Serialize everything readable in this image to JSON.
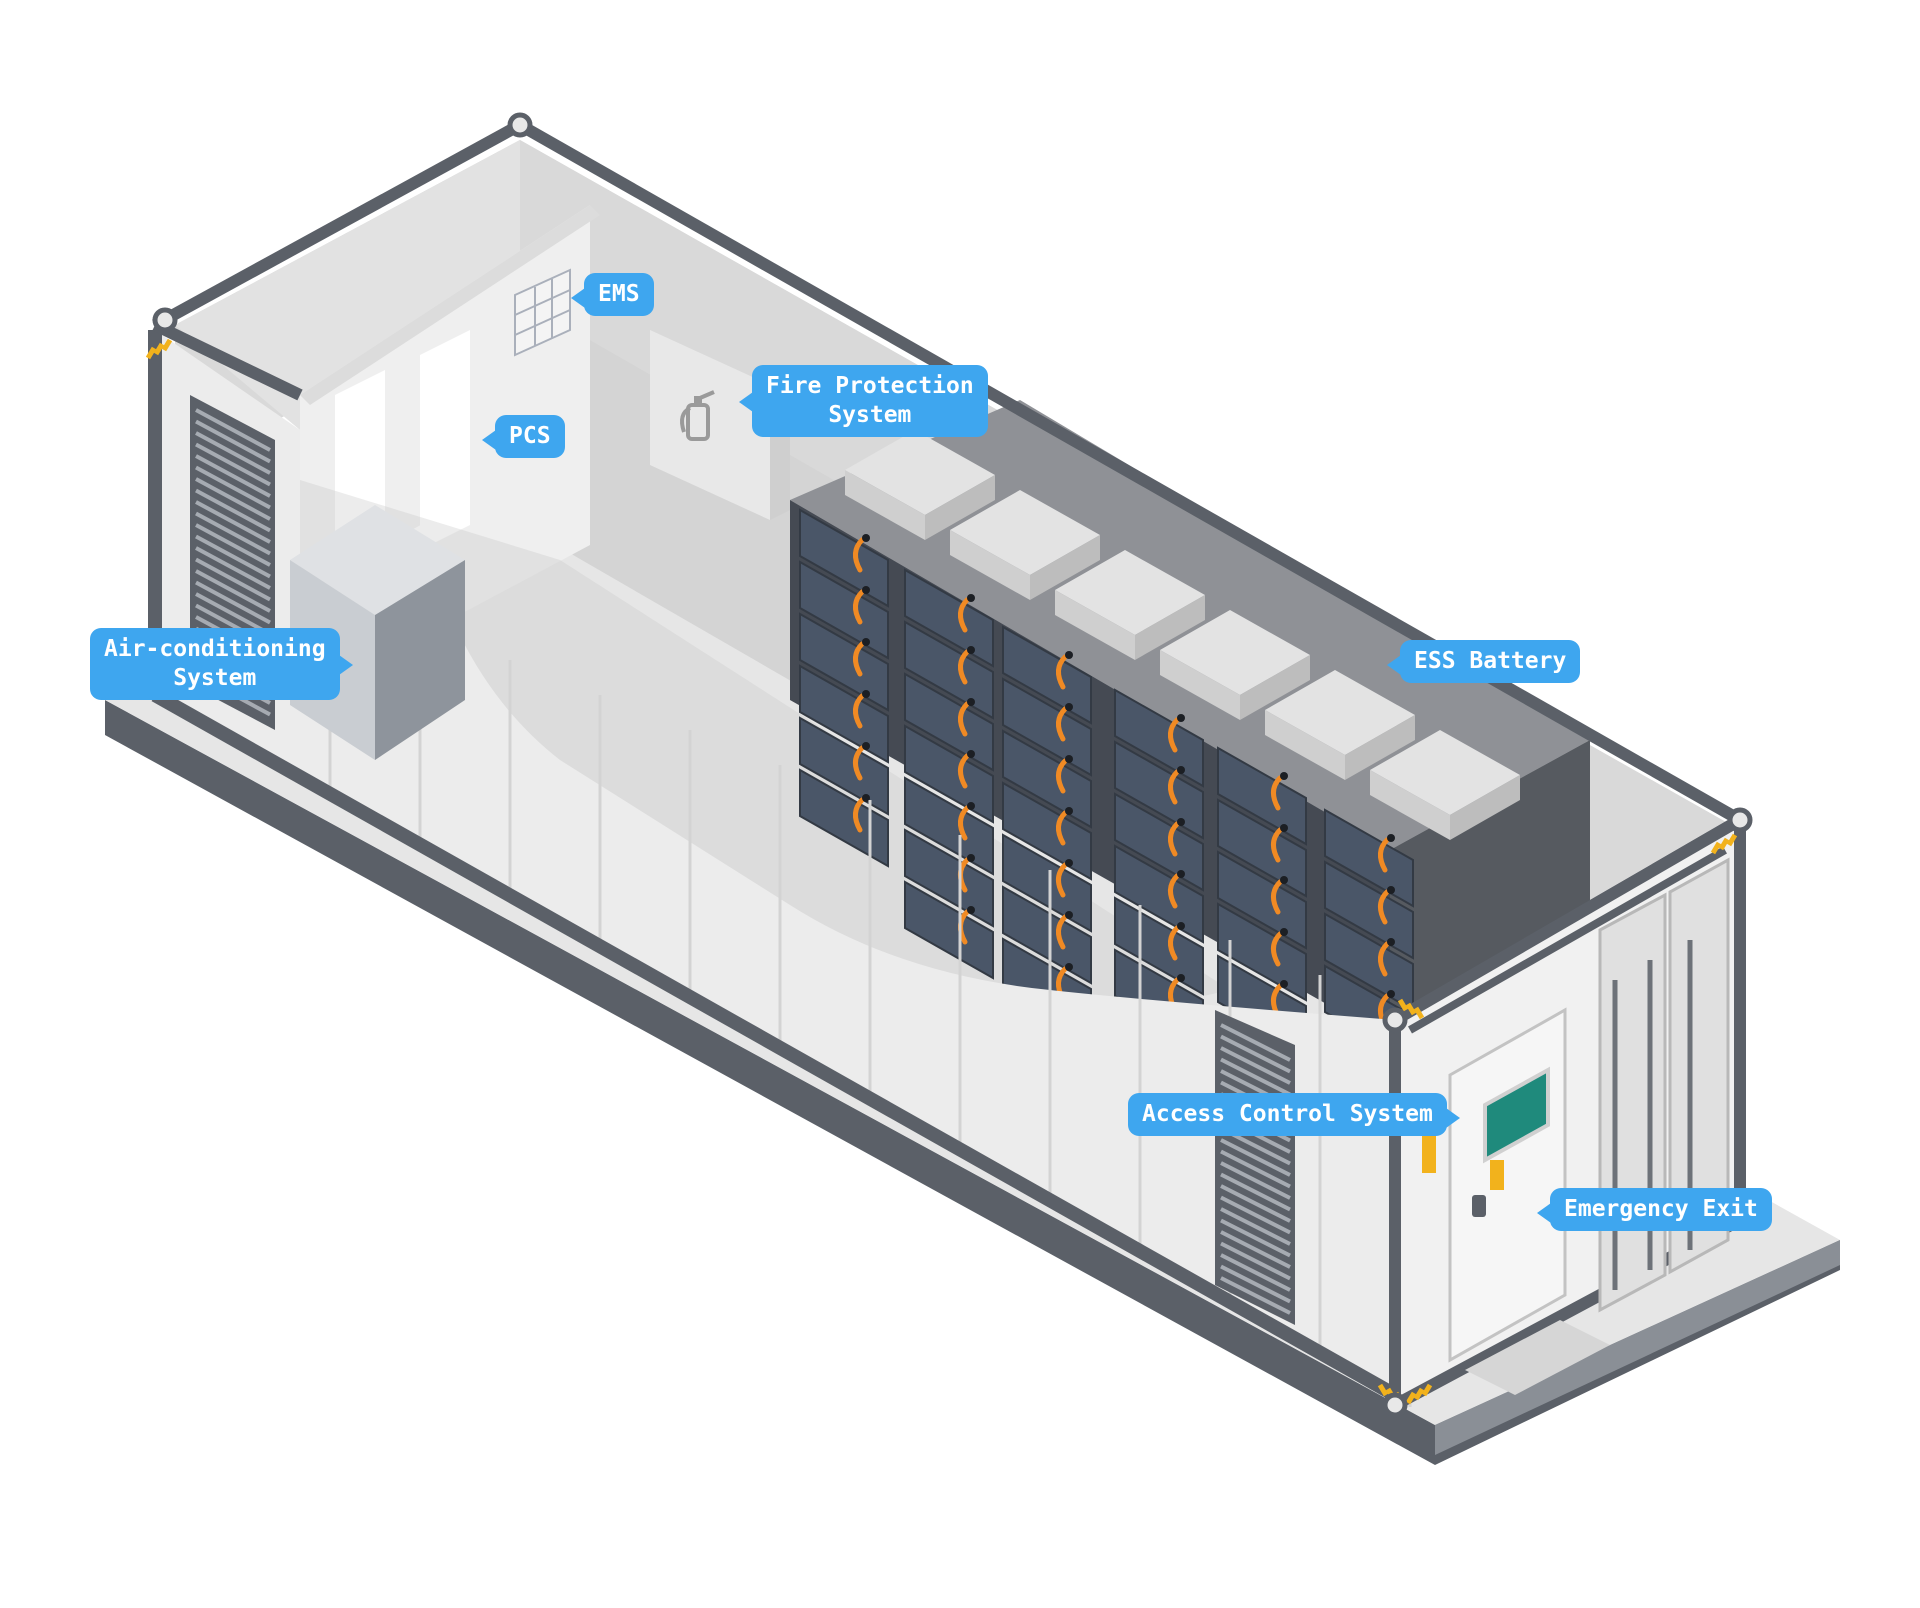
{
  "labels": {
    "ems": "EMS",
    "pcs": "PCS",
    "fire_protection": [
      "Fire Protection",
      "System"
    ],
    "air_conditioning": [
      "Air-conditioning",
      "System"
    ],
    "ess_battery": "ESS Battery",
    "access_control": "Access Control System",
    "emergency_exit": "Emergency Exit"
  },
  "colors": {
    "callout": "#3ea6ef",
    "callout_text": "#ffffff",
    "battery_module": "#4a5668",
    "battery_cable": "#f08a24",
    "hazard_stripe": "#f2b21c",
    "container_wall": "#ececec",
    "container_frame": "#5b6068",
    "door_window": "#1f8a7c"
  },
  "icons": {
    "fire": "fire-extinguisher-icon",
    "warning": "warning-label-icon"
  }
}
